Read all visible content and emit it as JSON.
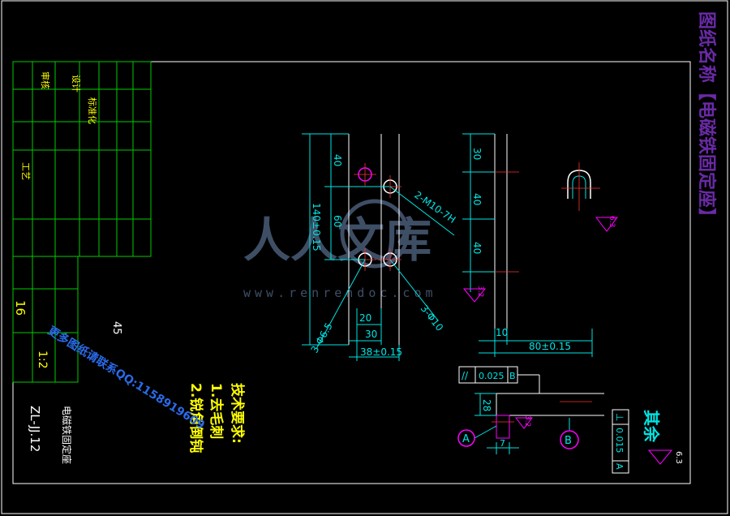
{
  "drawing_title": "图纸名称【电磁铁固定座】",
  "dims": {
    "d40a": "40",
    "d60": "60",
    "d140": "140±0.15",
    "hole_2m10": "2-M10-7H",
    "hole_3phi10": "3-Φ10",
    "hole_3phi6": "3-Φ6.5",
    "d20": "20",
    "d30": "30",
    "d38": "38±0.15",
    "d30b": "30",
    "d40b": "40",
    "d40c": "40",
    "d10": "10",
    "d80": "80±0.15",
    "d28": "28",
    "d7": "7"
  },
  "roughness": {
    "r1": "6.3",
    "r2": "3.2",
    "r3": "3.2",
    "r4": "6.3"
  },
  "tolerance_frames": {
    "parallel_symbol": "//",
    "parallel_value": "0.025",
    "parallel_datum": "B",
    "perp_symbol": "⊥",
    "perp_value": "0.015",
    "perp_datum": "A"
  },
  "datums": {
    "a": "A",
    "b": "B"
  },
  "rest_label": "其余",
  "tech_req": {
    "heading": "技术要求:",
    "item1": "1.去毛刺",
    "item2": "2.锐角倒钝"
  },
  "title_block": {
    "code": "ZL-JJ.12",
    "part_name": "电磁铁固定座",
    "material": "45",
    "scale": "1:2",
    "quantity": "16",
    "design": "设计",
    "check": "审核",
    "standard": "标准化",
    "process": "工艺"
  },
  "watermark": {
    "brand": "人人文库",
    "url": "www.renrendoc.com"
  },
  "stamp_text": "更多图纸请联系QQ:1158919609",
  "colors": {
    "background": "#000000",
    "border": "#ffffff",
    "dimension": "#00e5e5",
    "geometry": "#ffffff",
    "title_block": "#00cc00",
    "center_line": "#ff3030",
    "tech_text": "#ffff00",
    "title_text": "#6a2aa6",
    "symbol": "#ff00ff",
    "stamp": "#2a6ae8"
  }
}
